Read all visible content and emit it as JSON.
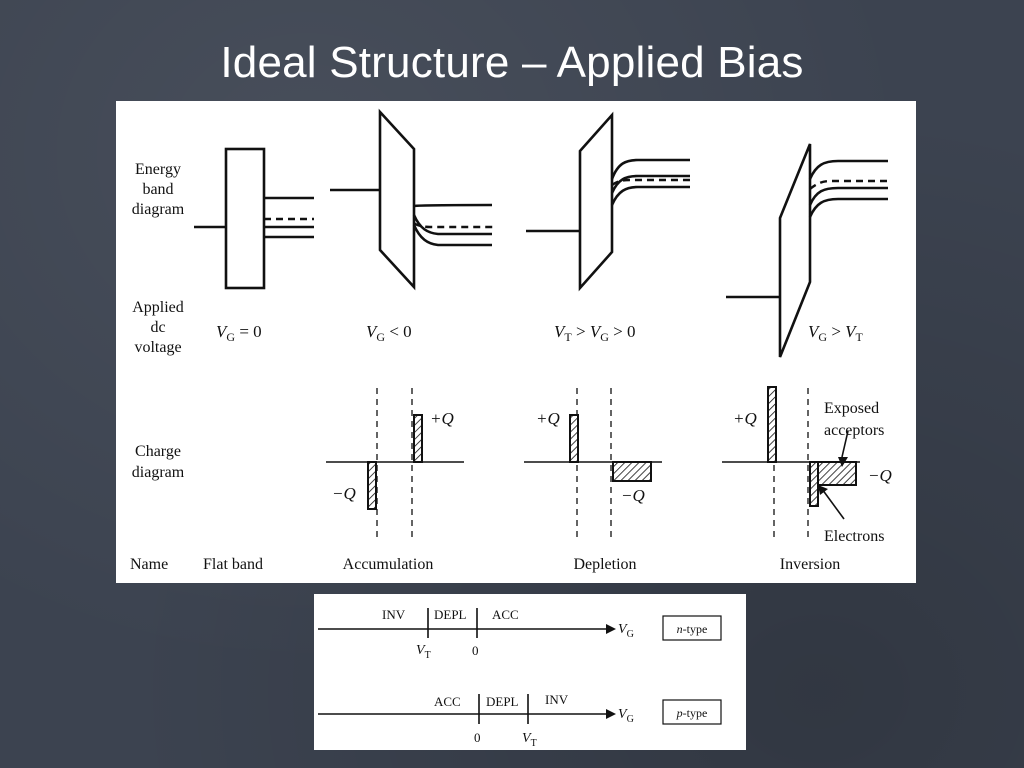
{
  "slide": {
    "title": "Ideal Structure – Applied Bias"
  },
  "diagram": {
    "row_labels": {
      "energy": [
        "Energy",
        "band",
        "diagram"
      ],
      "voltage": [
        "Applied",
        "dc",
        "voltage"
      ],
      "charge": [
        "Charge",
        "diagram"
      ],
      "name": "Name"
    },
    "columns": [
      {
        "name": "Flat band",
        "voltage": {
          "main": "V",
          "sub": "G",
          "rest": " = 0"
        }
      },
      {
        "name": "Accumulation",
        "voltage": {
          "main": "V",
          "sub": "G",
          "rest": " < 0"
        }
      },
      {
        "name": "Depletion",
        "voltage": {
          "pre_main": "V",
          "pre_sub": "T",
          "mid": " > ",
          "main": "V",
          "sub": "G",
          "rest": " > 0"
        }
      },
      {
        "name": "Inversion",
        "voltage": {
          "main": "V",
          "sub": "G",
          "mid": " > ",
          "post_main": "V",
          "post_sub": "T"
        }
      }
    ],
    "charge_labels": {
      "plus_q": "+Q",
      "minus_q": "−Q",
      "exposed": [
        "Exposed",
        "acceptors"
      ],
      "electrons": "Electrons"
    }
  },
  "axes": {
    "n_type": {
      "regions": [
        "INV",
        "DEPL",
        "ACC"
      ],
      "ticks": [
        {
          "main": "V",
          "sub": "T"
        },
        {
          "main": "0",
          "sub": ""
        }
      ],
      "axis_label": {
        "main": "V",
        "sub": "G"
      },
      "type_label": {
        "prefix": "n",
        "suffix": "-type"
      }
    },
    "p_type": {
      "regions": [
        "ACC",
        "DEPL",
        "INV"
      ],
      "ticks": [
        {
          "main": "0",
          "sub": ""
        },
        {
          "main": "V",
          "sub": "T"
        }
      ],
      "axis_label": {
        "main": "V",
        "sub": "G"
      },
      "type_label": {
        "prefix": "p",
        "suffix": "-type"
      }
    }
  }
}
